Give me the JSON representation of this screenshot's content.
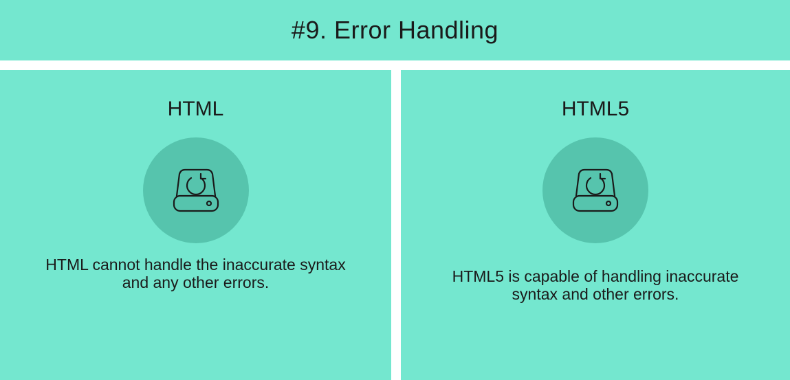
{
  "header": {
    "title": "#9. Error Handling"
  },
  "panels": [
    {
      "title": "HTML",
      "icon": "drive-restore-icon",
      "description": "HTML cannot handle the inaccurate syntax and any other errors."
    },
    {
      "title": "HTML5",
      "icon": "drive-restore-icon",
      "description": "HTML5 is capable of handling inaccurate syntax and other errors."
    }
  ],
  "colors": {
    "background": "#74e7cf",
    "icon_circle": "#56c4ad",
    "divider": "#ffffff"
  }
}
